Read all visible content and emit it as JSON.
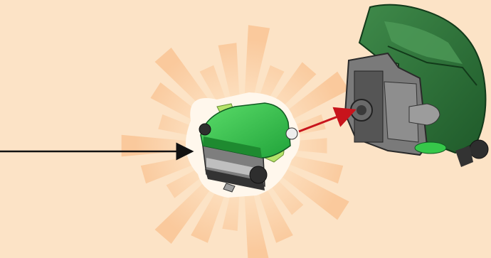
{
  "background_color": "#FCE3C6",
  "burst_color": "#F7B57A",
  "arrow_colors": {
    "pointer": "#111111",
    "connect": "#C8141C"
  },
  "part_colors": {
    "green_light": "#33C24A",
    "green_dark": "#2A6E34",
    "gray": "#8E8E8E",
    "gray_dark": "#3A3A3A",
    "lime": "#B5E36A"
  },
  "icons": [
    "starburst-glow",
    "small-brick-piece",
    "helmet-assembly",
    "pointer-arrow",
    "connection-arrow"
  ]
}
